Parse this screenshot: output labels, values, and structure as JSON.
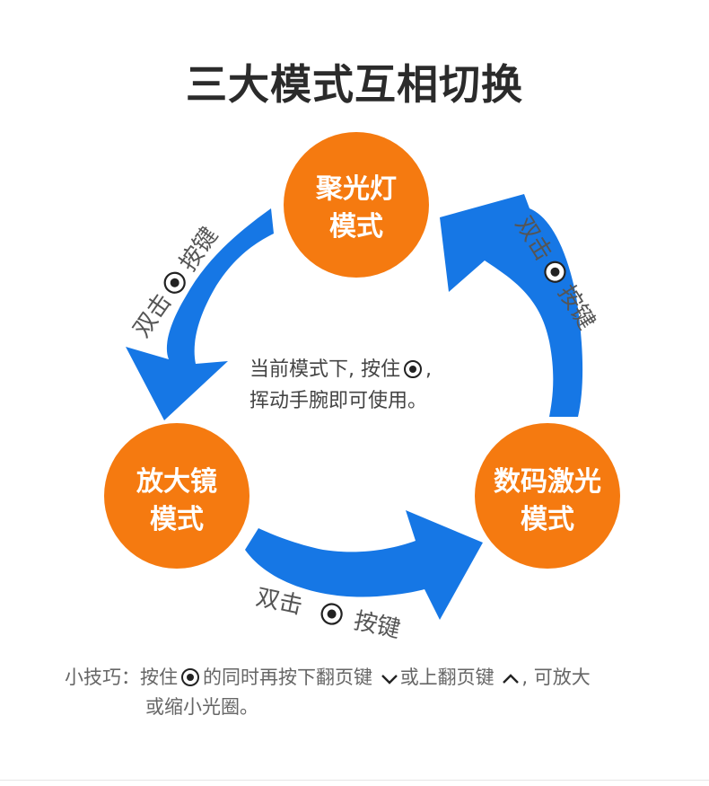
{
  "title": "三大模式互相切换",
  "nodes": {
    "spotlight": {
      "line1": "聚光灯",
      "line2": "模式"
    },
    "magnifier": {
      "line1": "放大镜",
      "line2": "模式"
    },
    "laser": {
      "line1": "数码激光",
      "line2": "模式"
    }
  },
  "arrows": {
    "left": {
      "prefix": "双击",
      "suffix": "按键"
    },
    "right": {
      "prefix": "双击",
      "suffix": "按键"
    },
    "bottom": {
      "prefix": "双击",
      "suffix": "按键"
    }
  },
  "center": {
    "line1_a": "当前模式下, 按住",
    "line1_b": ",",
    "line2": "挥动手腕即可使用。"
  },
  "tip": {
    "a": "小技巧：按住",
    "b": "的同时再按下翻页键",
    "c": "或上翻页键",
    "d": ", 可放大",
    "line2": "或缩小光圈。"
  },
  "colors": {
    "arrow": "#1677e5",
    "node": "#f57a10"
  },
  "icons": {
    "button": "target-button-icon",
    "page_down": "chevron-down-icon",
    "page_up": "chevron-up-icon"
  }
}
